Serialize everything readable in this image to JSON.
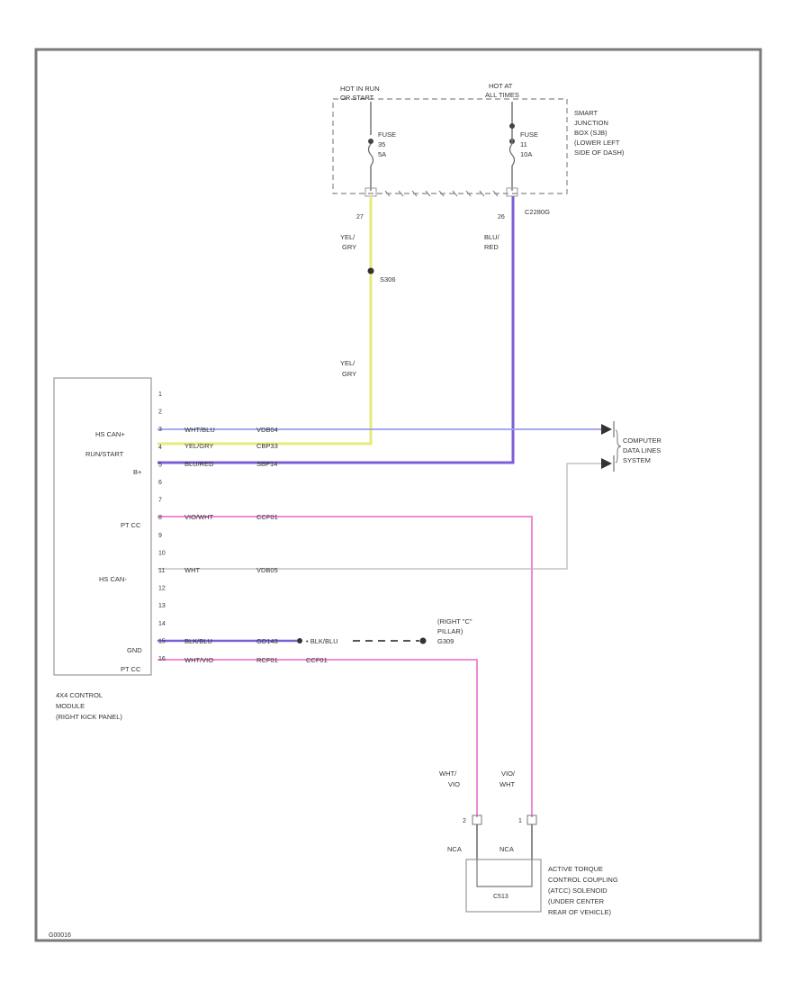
{
  "diagram_id": "G00016",
  "junction_box": {
    "hot_in_run": [
      "HOT IN RUN",
      "OR START"
    ],
    "hot_at_all": [
      "HOT AT",
      "ALL TIMES"
    ],
    "fuse_left": [
      "FUSE",
      "35",
      "5A"
    ],
    "fuse_right": [
      "FUSE",
      "11",
      "10A"
    ],
    "name": [
      "SMART",
      "JUNCTION",
      "BOX (SJB)",
      "(LOWER LEFT",
      "SIDE OF DASH)"
    ],
    "pin_left": "27",
    "pin_right": "26",
    "connector": "C2280G"
  },
  "wires": {
    "yel_gry_upper": [
      "YEL/",
      "GRY"
    ],
    "blu_red": [
      "BLU/",
      "RED"
    ],
    "splice": "S306",
    "yel_gry_lower": [
      "YEL/",
      "GRY"
    ]
  },
  "module": {
    "pins": [
      "1",
      "2",
      "3",
      "4",
      "5",
      "6",
      "7",
      "8",
      "9",
      "10",
      "11",
      "12",
      "13",
      "14",
      "15",
      "16"
    ],
    "labels": {
      "hs_can_plus": "HS CAN+",
      "run_start": "RUN/START",
      "b_plus": "B+",
      "pt_cc": "PT CC",
      "hs_can_minus": "HS CAN-",
      "gnd": "GND",
      "pt_cc2": "PT CC"
    },
    "name": [
      "4X4 CONTROL",
      "MODULE",
      "(RIGHT KICK PANEL)"
    ]
  },
  "circuits": {
    "pin3": [
      "WHT/BLU",
      "VDB04"
    ],
    "pin4": [
      "YEL/GRY",
      "CBP33"
    ],
    "pin5": [
      "BLU/RED",
      "SBP14"
    ],
    "pin8": [
      "VIO/WHT",
      "CCF01"
    ],
    "pin11": [
      "WHT",
      "VDB05"
    ],
    "pin15": [
      "BLK/BLU",
      "GD143",
      "• BLK/BLU"
    ],
    "pin16": [
      "WHT/VIO",
      "RCF01",
      "CCF01"
    ]
  },
  "computer_data": [
    "COMPUTER",
    "DATA LINES",
    "SYSTEM"
  ],
  "ground": [
    "(RIGHT \"C\"",
    "PILLAR)",
    "G309"
  ],
  "coupling": {
    "wire_left": [
      "WHT/",
      "VIO"
    ],
    "wire_right": [
      "VIO/",
      "WHT"
    ],
    "pin_left": "2",
    "pin_right": "1",
    "conn_left": "NCA",
    "conn_right": "NCA",
    "component_id": "C513",
    "name": [
      "ACTIVE TORQUE",
      "CONTROL COUPLING",
      "(ATCC) SOLENOID",
      "(UNDER CENTER",
      "REAR OF VEHICLE)"
    ]
  },
  "colors": {
    "yellow": "#e9e97a",
    "purple": "#7b5fd6",
    "blue": "#9a9ef0",
    "pink": "#f08ad8",
    "gray": "#c4c4c4",
    "frame": "#7a7a7a"
  }
}
